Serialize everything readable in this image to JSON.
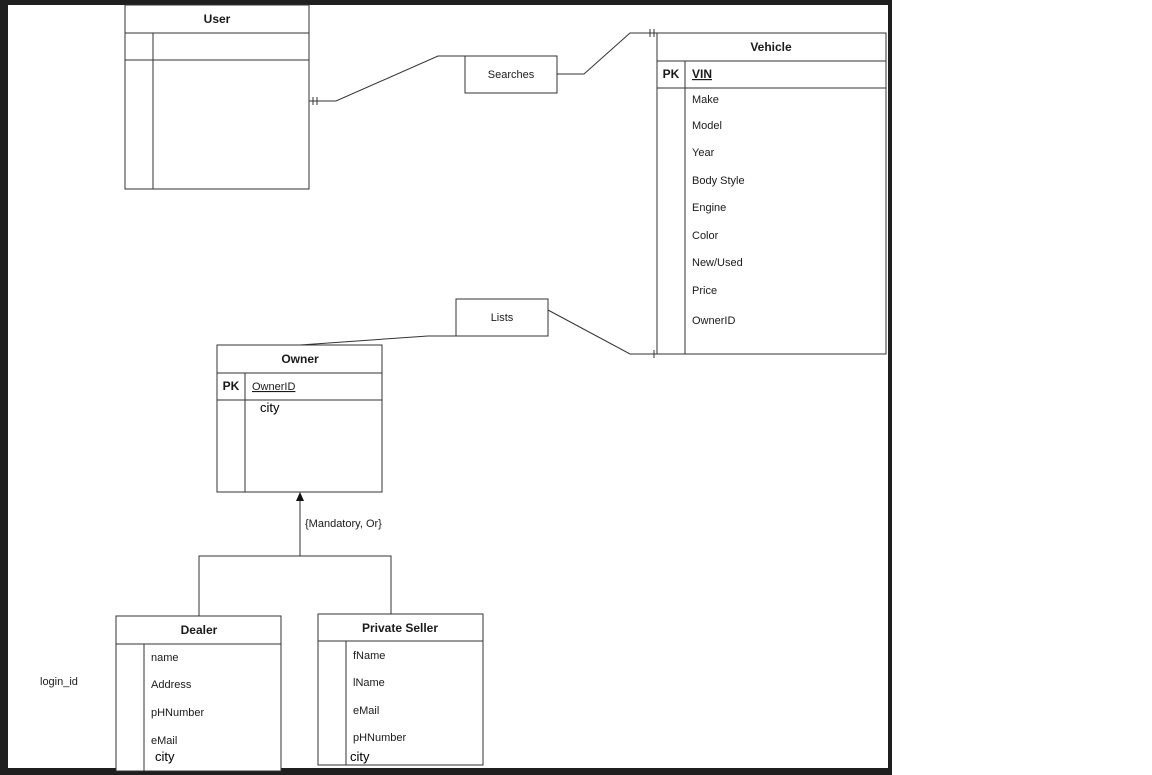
{
  "entities": {
    "user": {
      "title": "User"
    },
    "vehicle": {
      "title": "Vehicle",
      "pk_label": "PK",
      "pk_field": "VIN",
      "attributes": [
        "Make",
        "Model",
        "Year",
        "Body Style",
        "Engine",
        "Color",
        "New/Used",
        "Price",
        "OwnerID"
      ]
    },
    "owner": {
      "title": "Owner",
      "pk_label": "PK",
      "pk_field": "OwnerID",
      "attributes": [
        "city"
      ]
    },
    "dealer": {
      "title": "Dealer",
      "attributes": [
        "name",
        "Address",
        "pHNumber",
        "eMail",
        "city"
      ]
    },
    "private_seller": {
      "title": "Private Seller",
      "attributes": [
        "fName",
        "lName",
        "eMail",
        "pHNumber",
        "city"
      ]
    }
  },
  "relationships": {
    "searches": "Searches",
    "lists": "Lists"
  },
  "constraint_label": "{Mandatory, Or}",
  "floating_label": "login_id"
}
